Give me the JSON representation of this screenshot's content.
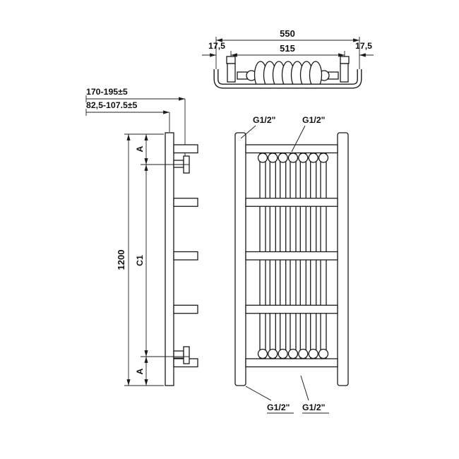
{
  "drawing_title": "towel-radiator-dimension-drawing",
  "colors": {
    "line": "#1a1a1a",
    "background": "#ffffff"
  },
  "top_view": {
    "dim_overall_width": "550",
    "dim_inner_width": "515",
    "dim_offset_left": "17,5",
    "dim_offset_right": "17,5"
  },
  "side_view": {
    "dim_depth_range": "170-195±5",
    "dim_bracket_depth_range": "82,5-107.5±5",
    "dim_height": "1200",
    "label_span_top": "A",
    "label_span_middle": "C1",
    "label_span_bottom": "A"
  },
  "front_view": {
    "conn_top_left": "G1/2\"",
    "conn_top_right": "G1/2\"",
    "conn_bottom_left": "G1/2\"",
    "conn_bottom_right": "G1/2\""
  }
}
